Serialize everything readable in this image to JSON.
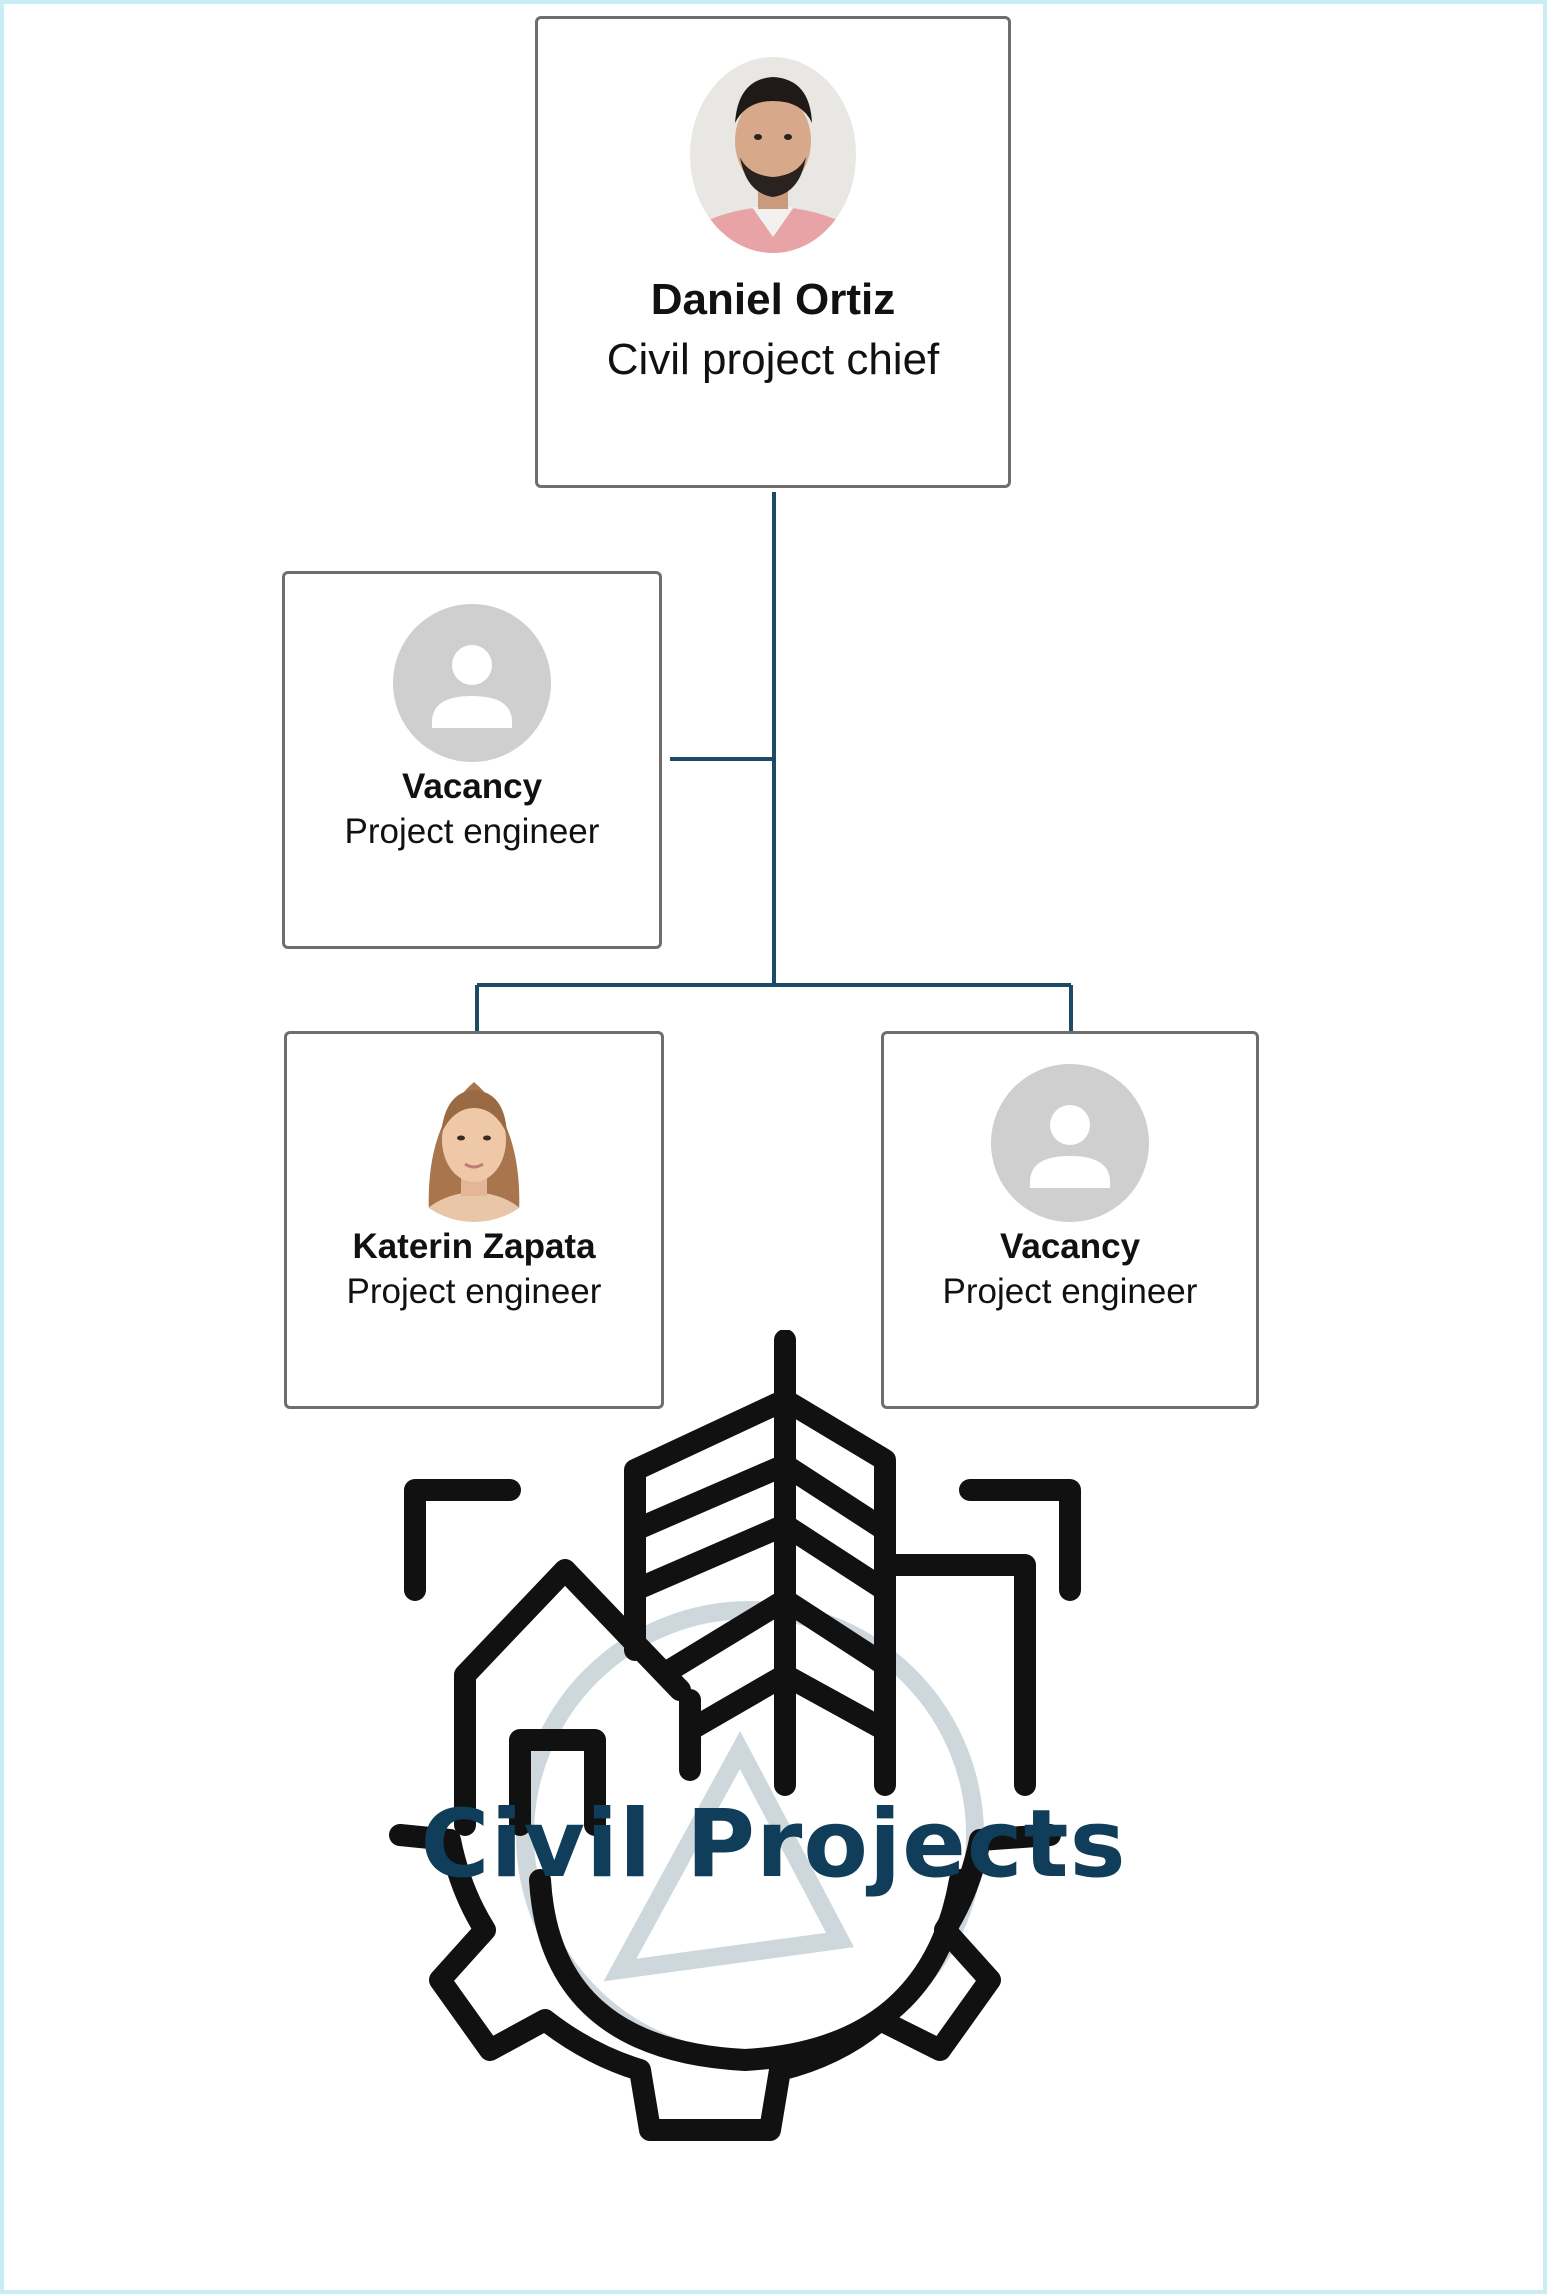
{
  "org_chart": {
    "root": {
      "name": "Daniel Ortiz",
      "role": "Civil project chief"
    },
    "assistant": {
      "name": "Vacancy",
      "role": "Project engineer"
    },
    "reports": [
      {
        "name": "Katerin Zapata",
        "role": "Project engineer"
      },
      {
        "name": "Vacancy",
        "role": "Project engineer"
      }
    ]
  },
  "logo": {
    "text": "Civil Projects",
    "icon": "building-gear-icon",
    "text_color": "#0f3d5a"
  },
  "colors": {
    "connector": "#1c4a66",
    "card_border": "#6e6e6e",
    "placeholder": "#cfcfcf",
    "frame": "#c9ecf5"
  }
}
